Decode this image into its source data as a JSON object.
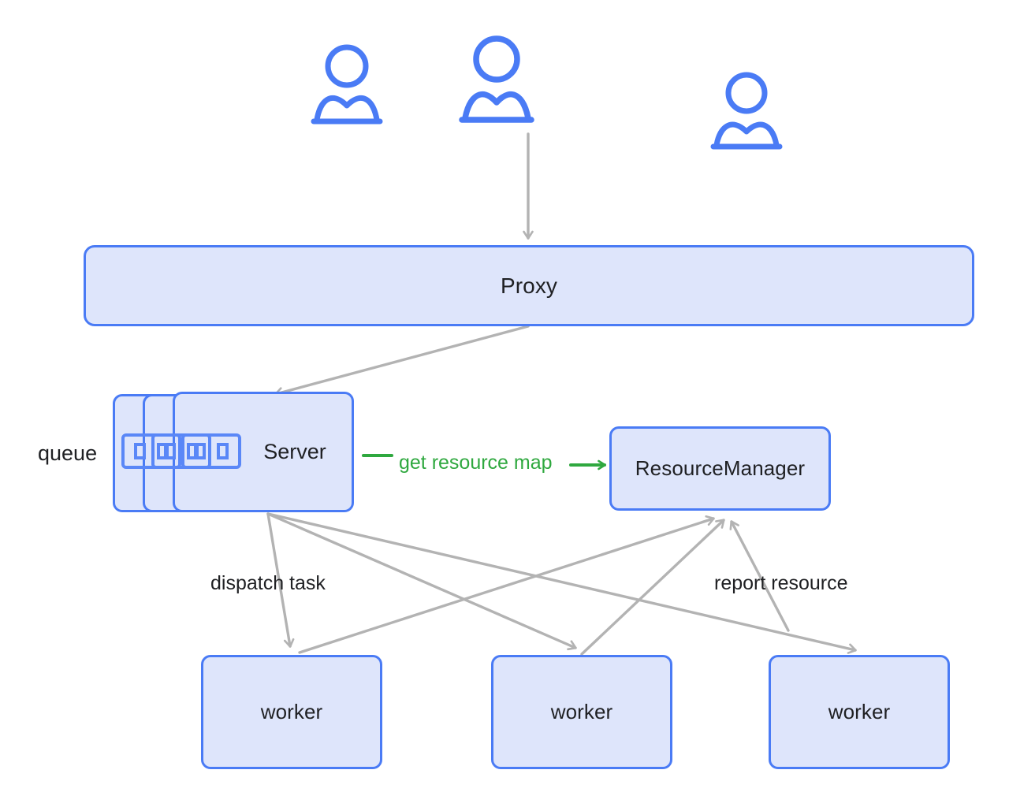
{
  "diagram": {
    "title": "Proxy / Server / ResourceManager / worker architecture",
    "type": "architecture-flow",
    "background": "#ffffff",
    "colors": {
      "node_fill": "#dee5fb",
      "node_border": "#4a7bf5",
      "actor_stroke": "#4a7bf5",
      "arrow_gray": "#b3b3b3",
      "arrow_green": "#2fa83f",
      "text": "#1f2023"
    }
  },
  "actors": [
    {
      "name": "user-icon-left",
      "label": ""
    },
    {
      "name": "user-icon-center",
      "label": ""
    },
    {
      "name": "user-icon-right",
      "label": ""
    }
  ],
  "nodes": {
    "proxy": {
      "label": "Proxy"
    },
    "server": {
      "label": "Server",
      "stack_count": 3,
      "queue_caption": "queue"
    },
    "resource_manager": {
      "label": "ResourceManager"
    },
    "workers": [
      {
        "label": "worker"
      },
      {
        "label": "worker"
      },
      {
        "label": "worker"
      }
    ]
  },
  "edges": [
    {
      "from": "user-center",
      "to": "proxy",
      "label": "",
      "color": "#b3b3b3"
    },
    {
      "from": "proxy",
      "to": "server",
      "label": "",
      "color": "#b3b3b3"
    },
    {
      "from": "server",
      "to": "resource_manager",
      "label": "get resource map",
      "color": "#2fa83f"
    },
    {
      "from": "server",
      "to": "worker-1",
      "label": "dispatch task",
      "color": "#b3b3b3"
    },
    {
      "from": "server",
      "to": "worker-2",
      "label": "",
      "color": "#b3b3b3"
    },
    {
      "from": "server",
      "to": "worker-3",
      "label": "",
      "color": "#b3b3b3"
    },
    {
      "from": "worker-1",
      "to": "resource_manager",
      "label": "",
      "color": "#b3b3b3"
    },
    {
      "from": "worker-2",
      "to": "resource_manager",
      "label": "",
      "color": "#b3b3b3"
    },
    {
      "from": "worker-3",
      "to": "resource_manager",
      "label": "report resource",
      "color": "#b3b3b3"
    }
  ],
  "labels": {
    "queue": "queue",
    "dispatch_task": "dispatch task",
    "report_resource": "report resource",
    "get_resource_map": "get resource map"
  }
}
